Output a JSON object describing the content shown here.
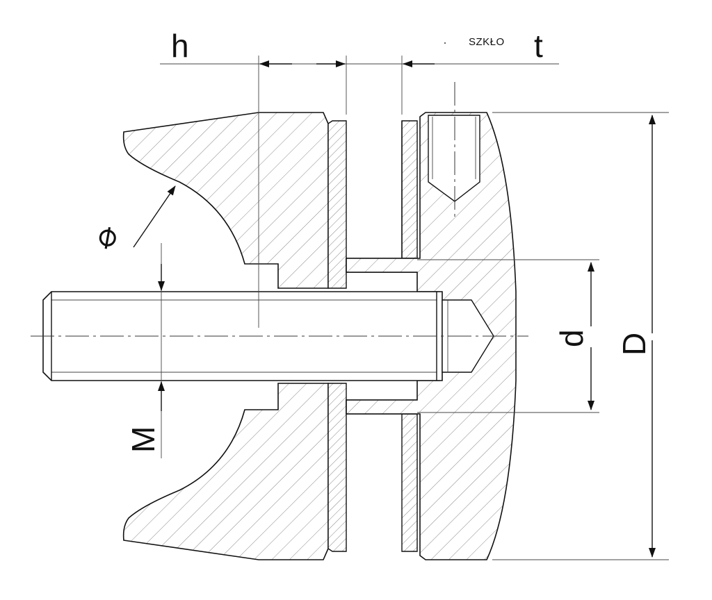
{
  "labels": {
    "h": "h",
    "glass": "SZKŁO",
    "t": "t",
    "diameter_symbol": "⌀",
    "d": "d",
    "D": "D",
    "M": "M"
  }
}
